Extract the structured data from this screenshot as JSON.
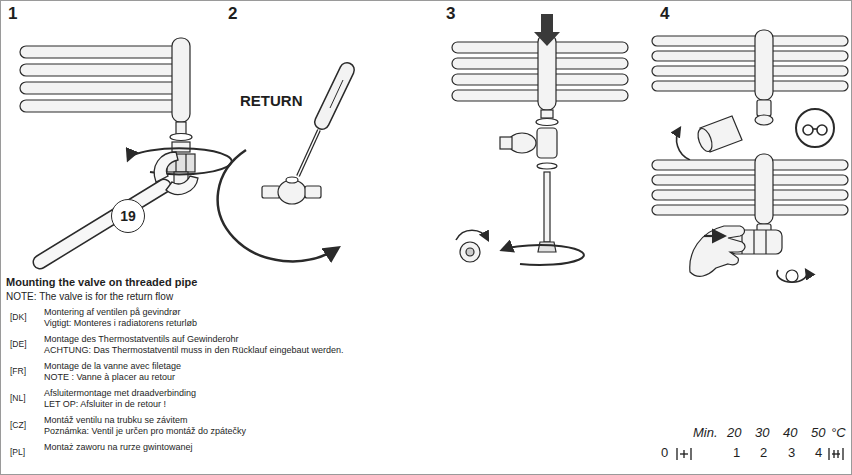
{
  "diagram": {
    "nodes": [
      {
        "text": [
          "19"
        ]
      }
    ],
    "labels": [
      "1",
      "2",
      "3",
      "4",
      "RETURN",
      "Mounting the valve on threaded pipe",
      "NOTE: The valve is for the return flow",
      "[DK]",
      "Montering af ventilen på gevindrør",
      "Vigtigt: Monteres i radiatorens returløb",
      "[DE]",
      "Montage des Thermostatventils auf Gewinderohr",
      "ACHTUNG: Das Thermostatventil muss in den Rücklauf eingebaut werden.",
      "[FR]",
      "Montage de la vanne avec filetage",
      "NOTE : Vanne à placer au retour",
      "[NL]",
      "Afsluitermontage met draadverbinding",
      "LET OP: Afsluiter in de retour !",
      "[CZ]",
      "Montáž ventilu na trubku se závitem",
      "Poznámka: Ventil je určen pro montáž do zpátečky",
      "[PL]",
      "Montaż zaworu na rurze gwintowanej",
      "Min.",
      "20",
      "30",
      "40",
      "50",
      "°C",
      "0",
      "1",
      "2",
      "3",
      "4"
    ]
  }
}
